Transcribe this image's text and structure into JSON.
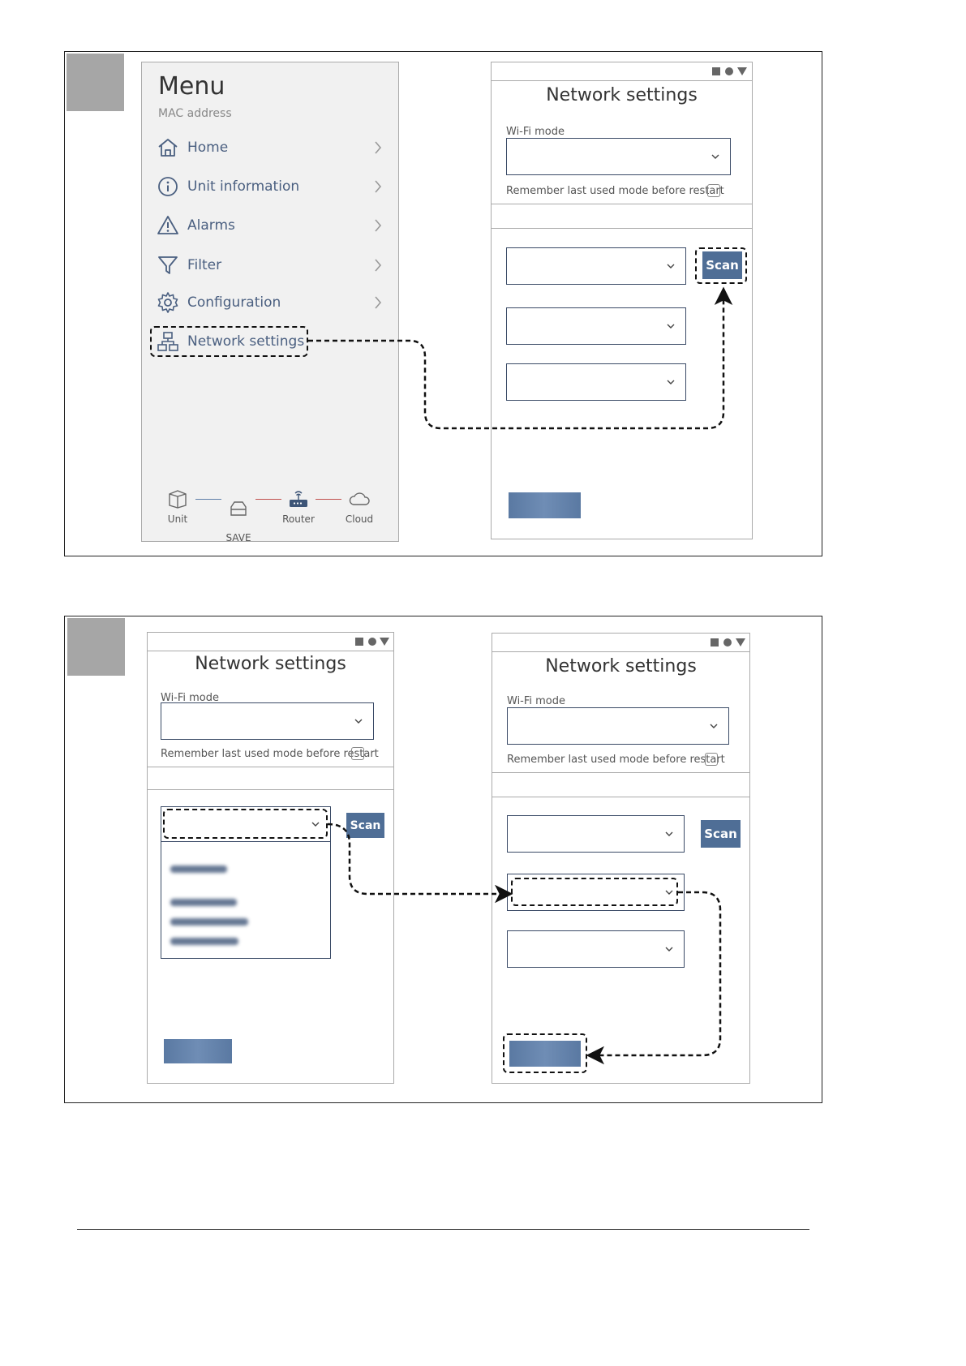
{
  "menu": {
    "title": "Menu",
    "subtitle": "MAC address",
    "items": [
      {
        "label": "Home",
        "icon": "home-icon"
      },
      {
        "label": "Unit information",
        "icon": "info-icon"
      },
      {
        "label": "Alarms",
        "icon": "alarm-icon"
      },
      {
        "label": "Filter",
        "icon": "filter-icon"
      },
      {
        "label": "Configuration",
        "icon": "gear-icon"
      },
      {
        "label": "Network settings",
        "icon": "network-icon"
      }
    ],
    "connection": [
      {
        "label": "Unit",
        "icon": "unit-icon"
      },
      {
        "label": "SAVE\nConnect",
        "icon": "save-connect-icon"
      },
      {
        "label": "Router",
        "icon": "router-icon"
      },
      {
        "label": "Cloud",
        "icon": "cloud-icon"
      }
    ],
    "colors": {
      "connected": "#5f7fa8",
      "disconnected": "#c0504d"
    }
  },
  "network": {
    "title": "Network settings",
    "wifi_mode_label": "Wi-Fi mode",
    "remember_label": "Remember last used mode before restart",
    "scan_label": "Scan"
  },
  "colors": {
    "accent": "#4f6e96",
    "highlight": "#111111"
  }
}
